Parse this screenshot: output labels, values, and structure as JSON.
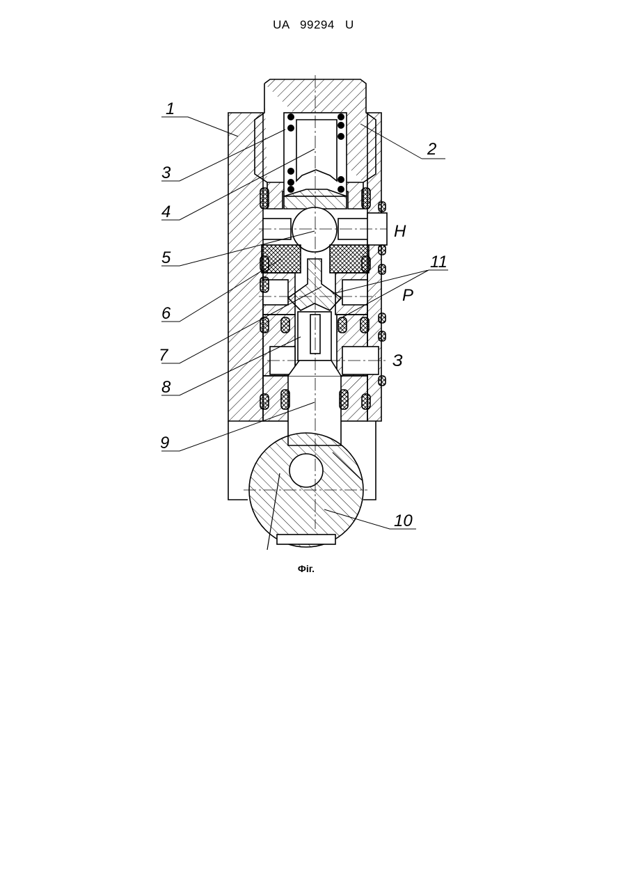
{
  "header": {
    "patent_number": "UA   99294   U"
  },
  "figure": {
    "caption": "Фіг.",
    "part_labels": [
      "1",
      "2",
      "3",
      "4",
      "5",
      "6",
      "7",
      "8",
      "9",
      "10",
      "11"
    ],
    "port_labels": [
      "Н",
      "Р",
      "З"
    ]
  }
}
